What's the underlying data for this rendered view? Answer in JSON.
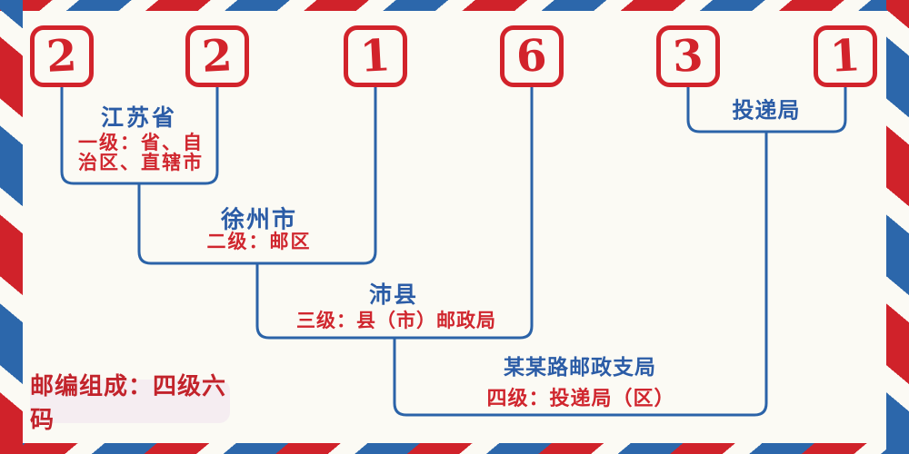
{
  "colors": {
    "red": "#d2232b",
    "red_text": "#d0262e",
    "blue_line": "#2b63a8",
    "blue_text": "#2b5ca6",
    "bg": "#fbfaf4",
    "stripe_red": "#d0222a",
    "stripe_blue": "#2c67ab",
    "badge_bg": "#f5edf1",
    "badge_text": "#c2232b"
  },
  "postal_code": {
    "full": "221631",
    "digits": [
      "2",
      "2",
      "1",
      "6",
      "3",
      "1"
    ]
  },
  "labels": {
    "level1": {
      "region": "江苏省",
      "desc_lines": [
        "一级：省、自",
        "治区、直辖市"
      ]
    },
    "level2": {
      "region": "徐州市",
      "desc": "二级：邮区"
    },
    "level3": {
      "region": "沛县",
      "desc": "三级：县（市）邮政局"
    },
    "level4": {
      "region": "某某路邮政支局",
      "desc": "四级：投递局（区）"
    },
    "delivery": {
      "region": "投递局"
    }
  },
  "footer": {
    "composition_note": "邮编组成：四级六码"
  }
}
